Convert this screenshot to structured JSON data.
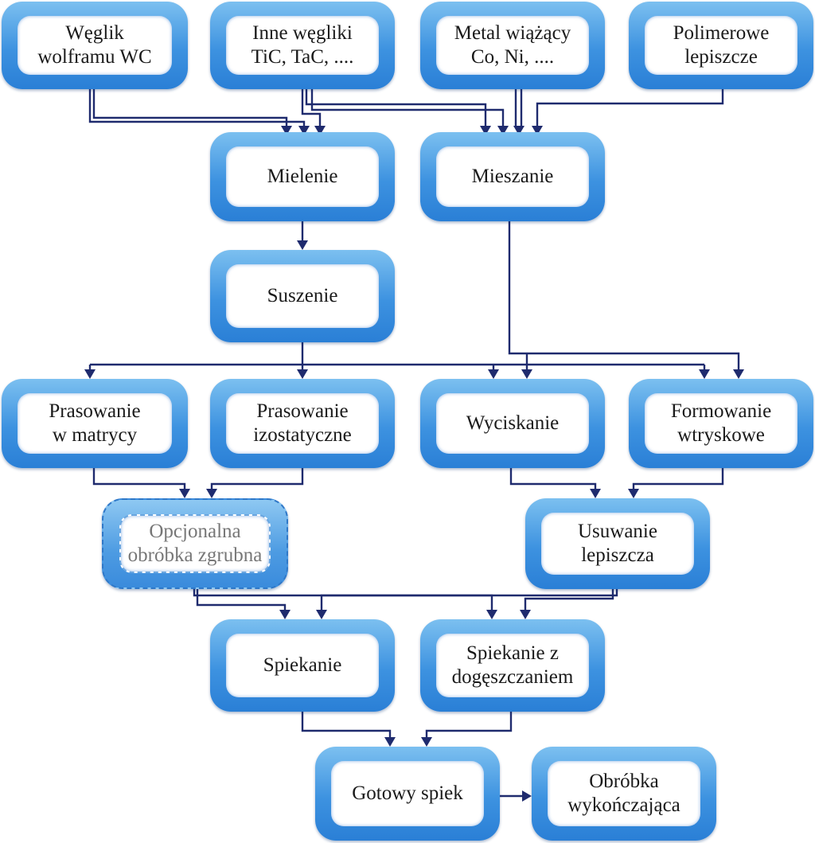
{
  "nodes": {
    "wc": [
      "Węglik",
      "wolframu WC"
    ],
    "inne": [
      "Inne węgliki",
      "TiC, TaC, ...."
    ],
    "metal": [
      "Metal wiążący",
      "Co, Ni, ...."
    ],
    "polimer": [
      "Polimerowe",
      "lepiszcze"
    ],
    "mielenie": [
      "Mielenie"
    ],
    "mieszanie": [
      "Mieszanie"
    ],
    "suszenie": [
      "Suszenie"
    ],
    "prasMatryca": [
      "Prasowanie",
      "w matrycy"
    ],
    "prasIzo": [
      "Prasowanie",
      "izostatyczne"
    ],
    "wyciskanie": [
      "Wyciskanie"
    ],
    "formowanie": [
      "Formowanie",
      "wtryskowe"
    ],
    "opcjonalna": [
      "Opcjonalna",
      "obróbka zgrubna"
    ],
    "usuwanie": [
      "Usuwanie",
      "lepiszcza"
    ],
    "spiekanie": [
      "Spiekanie"
    ],
    "spiekanieDog": [
      "Spiekanie z",
      "dogęszczaniem"
    ],
    "gotowy": [
      "Gotowy spiek"
    ],
    "obrobka": [
      "Obróbka",
      "wykończająca"
    ]
  }
}
